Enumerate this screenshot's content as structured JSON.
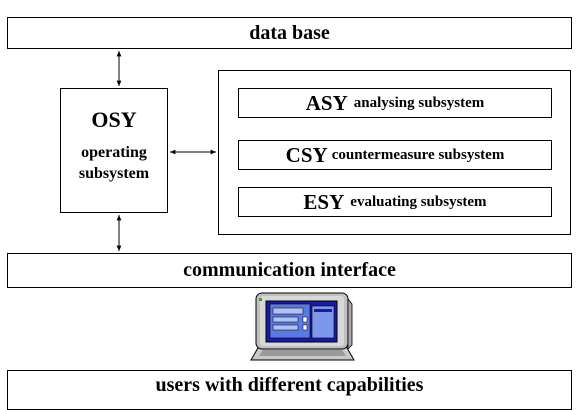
{
  "database": {
    "label": "data base"
  },
  "osy": {
    "abbr": "OSY",
    "line1": "operating",
    "line2": "subsystem"
  },
  "subsystems": [
    {
      "abbr": "ASY",
      "name": "analysing subsystem"
    },
    {
      "abbr": "CSY",
      "name": "countermeasure subsystem"
    },
    {
      "abbr": "ESY",
      "name": "evaluating subsystem"
    }
  ],
  "communication": {
    "label": "communication interface"
  },
  "users": {
    "label": "users with different capabilities"
  },
  "icons": {
    "computer": "computer-terminal-icon"
  }
}
